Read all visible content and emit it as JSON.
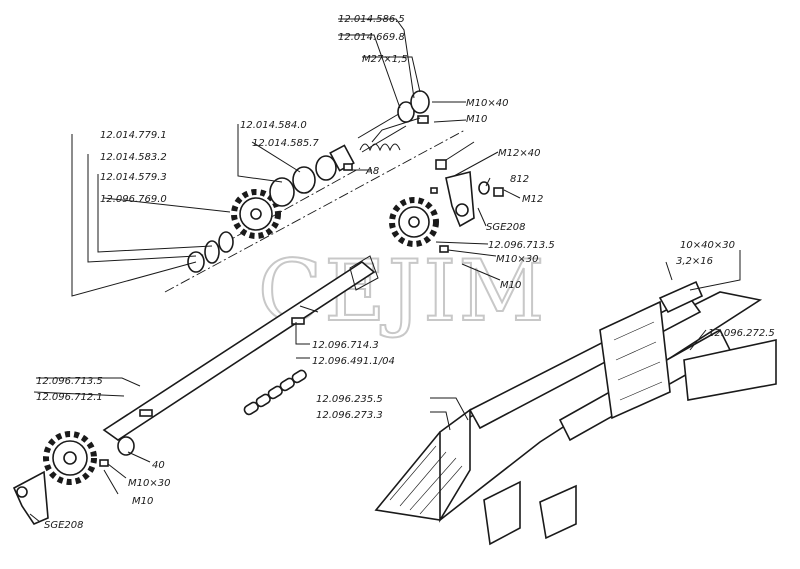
{
  "watermark": "CEJIM",
  "labels": {
    "l01": "12.014.586.5",
    "l02": "12.014.669.8",
    "l03": "M27×1,5",
    "l04": "M10×40",
    "l05": "M10",
    "l06": "12.014.779.1",
    "l07": "12.014.584.0",
    "l08": "12.014.585.7",
    "l09": "A8",
    "l10": "12.014.583.2",
    "l11": "12.014.579.3",
    "l12": "12.096.769.0",
    "l13": "M12×40",
    "l14": "812",
    "l15": "M12",
    "l16": "SGE208",
    "l17": "12.096.713.5",
    "l18": "M10×30",
    "l19": "M10",
    "l20": "10×40×30",
    "l21": "3,2×16",
    "l22": "12.096.272.5",
    "l23": "12.096.714.3",
    "l24": "12.096.491.1/04",
    "l25": "12.096.713.5",
    "l26": "12.096.712.1",
    "l27": "12.096.235.5",
    "l28": "12.096.273.3",
    "l29": "40",
    "l30": "M10×30",
    "l31": "M10",
    "l32": "SGE208"
  }
}
